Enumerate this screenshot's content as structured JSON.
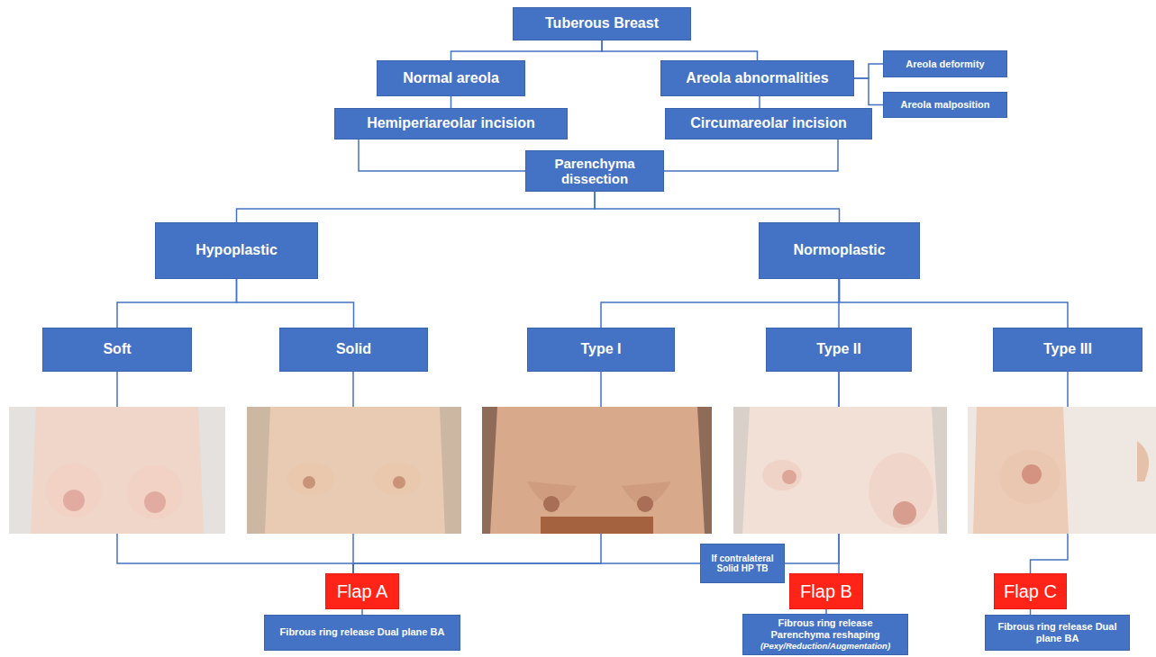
{
  "diagram": {
    "nodes": [
      {
        "text": [
          "Tuberous Breast"
        ]
      },
      {
        "text": [
          "Normal areola"
        ]
      },
      {
        "text": [
          "Areola abnormalities"
        ]
      },
      {
        "text": [
          "Areola deformity"
        ]
      },
      {
        "text": [
          "Areola malposition"
        ]
      },
      {
        "text": [
          "Hemiperiareolar incision"
        ]
      },
      {
        "text": [
          "Circumareolar incision"
        ]
      },
      {
        "text": [
          "Parenchyma dissection"
        ]
      },
      {
        "text": [
          "Hypoplastic"
        ]
      },
      {
        "text": [
          "Normoplastic"
        ]
      },
      {
        "text": [
          "Soft"
        ]
      },
      {
        "text": [
          "Solid"
        ]
      },
      {
        "text": [
          "Type I"
        ]
      },
      {
        "text": [
          "Type II"
        ]
      },
      {
        "text": [
          "Type III"
        ]
      },
      {
        "text": [
          "If contralateral Solid HP TB"
        ]
      },
      {
        "text": [
          "Flap A"
        ]
      },
      {
        "text": [
          "Fibrous ring release Dual plane BA"
        ]
      },
      {
        "text": [
          "Flap B"
        ]
      },
      {
        "text": [
          "Fibrous ring release Parenchyma reshaping",
          "(Pexy/Reduction/Augmentation)"
        ]
      },
      {
        "text": [
          "Flap C"
        ]
      },
      {
        "text": [
          "Fibrous ring release Dual plane BA"
        ]
      }
    ],
    "edges": [
      {
        "from": 0,
        "to": 1,
        "arrow": "none"
      },
      {
        "from": 0,
        "to": 2,
        "arrow": "none"
      },
      {
        "from": 2,
        "to": 3,
        "arrow": "none"
      },
      {
        "from": 2,
        "to": 4,
        "arrow": "none"
      },
      {
        "from": 1,
        "to": 5,
        "arrow": "none"
      },
      {
        "from": 2,
        "to": 6,
        "arrow": "none"
      },
      {
        "from": 5,
        "to": 7,
        "arrow": "none"
      },
      {
        "from": 6,
        "to": 7,
        "arrow": "none"
      },
      {
        "from": 7,
        "to": 8,
        "arrow": "none"
      },
      {
        "from": 7,
        "to": 9,
        "arrow": "none"
      },
      {
        "from": 8,
        "to": 10,
        "arrow": "none"
      },
      {
        "from": 8,
        "to": 11,
        "arrow": "none"
      },
      {
        "from": 9,
        "to": 12,
        "arrow": "none"
      },
      {
        "from": 9,
        "to": 13,
        "arrow": "none"
      },
      {
        "from": 9,
        "to": 14,
        "arrow": "none"
      },
      {
        "from": 10,
        "to": 16,
        "arrow": "none"
      },
      {
        "from": 11,
        "to": 16,
        "arrow": "none"
      },
      {
        "from": 12,
        "to": 16,
        "arrow": "none"
      },
      {
        "from": 13,
        "to": 18,
        "arrow": "none"
      },
      {
        "from": 13,
        "to": 15,
        "arrow": "none"
      },
      {
        "from": 15,
        "to": 16,
        "arrow": "none"
      },
      {
        "from": 14,
        "to": 20,
        "arrow": "none"
      },
      {
        "from": 16,
        "to": 17,
        "arrow": "none"
      },
      {
        "from": 18,
        "to": 19,
        "arrow": "none"
      },
      {
        "from": 20,
        "to": 21,
        "arrow": "none"
      }
    ]
  }
}
